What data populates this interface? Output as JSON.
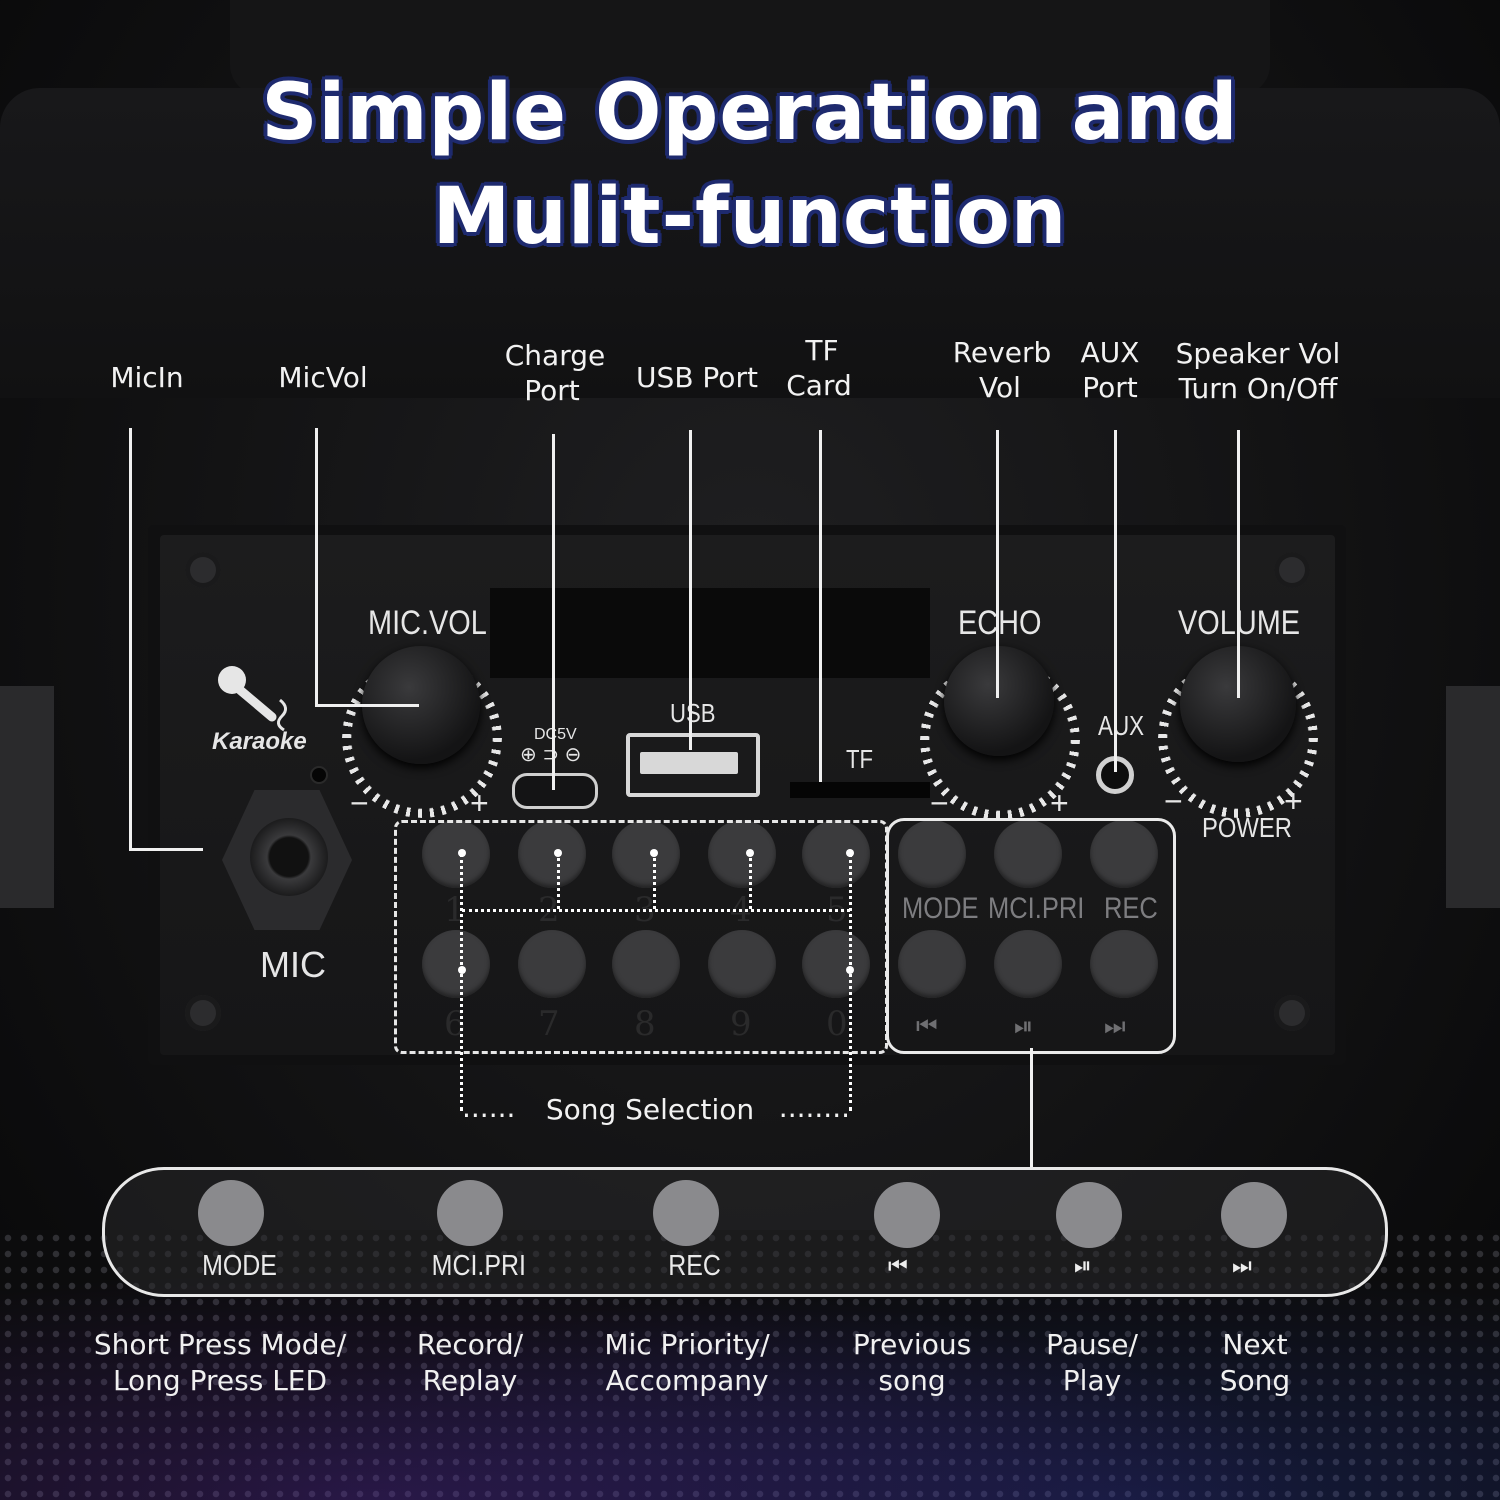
{
  "title": {
    "line1": "Simple Operation and",
    "line2": "Mulit-function"
  },
  "callouts": {
    "mic_in": "MicIn",
    "mic_vol": "MicVol",
    "charge_port_1": "Charge",
    "charge_port_2": "Port",
    "usb_port": "USB Port",
    "tf_card_1": "TF",
    "tf_card_2": "Card",
    "reverb_vol_1": "Reverb",
    "reverb_vol_2": "Vol",
    "aux_port_1": "AUX",
    "aux_port_2": "Port",
    "speaker_vol_1": "Speaker Vol",
    "speaker_vol_2": "Turn On/Off"
  },
  "panel": {
    "mic_vol": "MIC.VOL",
    "echo": "ECHO",
    "volume": "VOLUME",
    "power": "POWER",
    "karaoke": "Karaoke",
    "mic": "MIC",
    "usb": "USB",
    "dc5v": "DC5V",
    "dc_symbols": "⊕ ⊃ ⊖",
    "tf": "TF",
    "aux": "AUX",
    "minus": "−",
    "plus": "+",
    "numbers": [
      "1",
      "2",
      "3",
      "4",
      "5",
      "6",
      "7",
      "8",
      "9",
      "0"
    ],
    "fn_labels": [
      "MODE",
      "MCI.PRI",
      "REC"
    ],
    "fn_symbols": [
      "⏮",
      "⏯",
      "⏭"
    ]
  },
  "song_selection": "Song Selection",
  "song_dots_left": "......",
  "song_dots_right": "........",
  "legend": {
    "buttons": [
      {
        "label": "MODE",
        "desc1": "Short Press Mode/",
        "desc2": "Long Press LED"
      },
      {
        "label": "MCI.PRI",
        "desc1": "Record/",
        "desc2": "Replay"
      },
      {
        "label": "REC",
        "desc1": "Mic Priority/",
        "desc2": "Accompany"
      },
      {
        "label": "⏮",
        "desc1": "Previous",
        "desc2": "song"
      },
      {
        "label": "⏯",
        "desc1": "Pause/",
        "desc2": "Play"
      },
      {
        "label": "⏭",
        "desc1": "Next",
        "desc2": "Song"
      }
    ]
  }
}
